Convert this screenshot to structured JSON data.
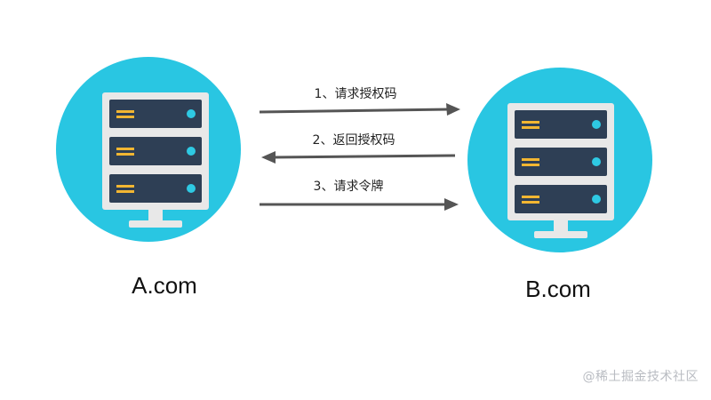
{
  "nodes": {
    "a": {
      "label": "A.com"
    },
    "b": {
      "label": "B.com"
    }
  },
  "arrows": [
    {
      "label": "1、请求授权码",
      "direction": "right"
    },
    {
      "label": "2、返回授权码",
      "direction": "left"
    },
    {
      "label": "3、请求令牌",
      "direction": "right"
    }
  ],
  "watermark": "@稀土掘金技术社区",
  "colors": {
    "circle": "#29c6e2",
    "server": "#2e3f55",
    "stand": "#e8e8e8",
    "led": "#2ec9e3",
    "slot": "#f2b632",
    "arrow": "#555555"
  },
  "icons": {
    "server": "server-icon"
  }
}
